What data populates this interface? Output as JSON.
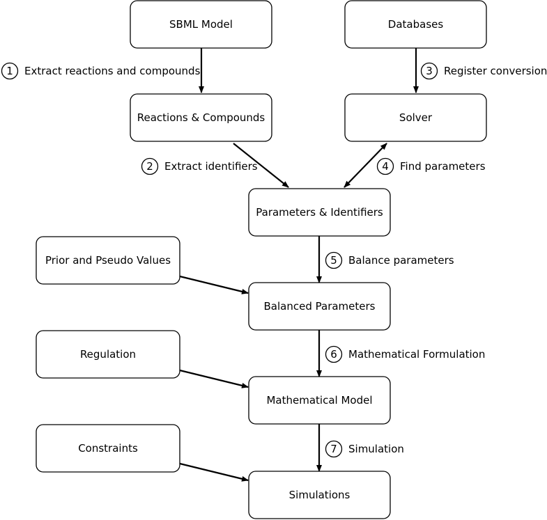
{
  "nodes": {
    "sbml_model": "SBML Model",
    "databases": "Databases",
    "reactions_compounds": "Reactions & Compounds",
    "solver": "Solver",
    "parameters_identifiers": "Parameters & Identifiers",
    "prior_pseudo_values": "Prior and Pseudo Values",
    "balanced_parameters": "Balanced Parameters",
    "regulation": "Regulation",
    "mathematical_model": "Mathematical Model",
    "constraints": "Constraints",
    "simulations": "Simulations"
  },
  "steps": [
    {
      "number": "1",
      "label": "Extract reactions and compounds"
    },
    {
      "number": "2",
      "label": "Extract identifiers"
    },
    {
      "number": "3",
      "label": "Register conversions"
    },
    {
      "number": "4",
      "label": "Find parameters"
    },
    {
      "number": "5",
      "label": "Balance parameters"
    },
    {
      "number": "6",
      "label": "Mathematical Formulation"
    },
    {
      "number": "7",
      "label": "Simulation"
    }
  ]
}
